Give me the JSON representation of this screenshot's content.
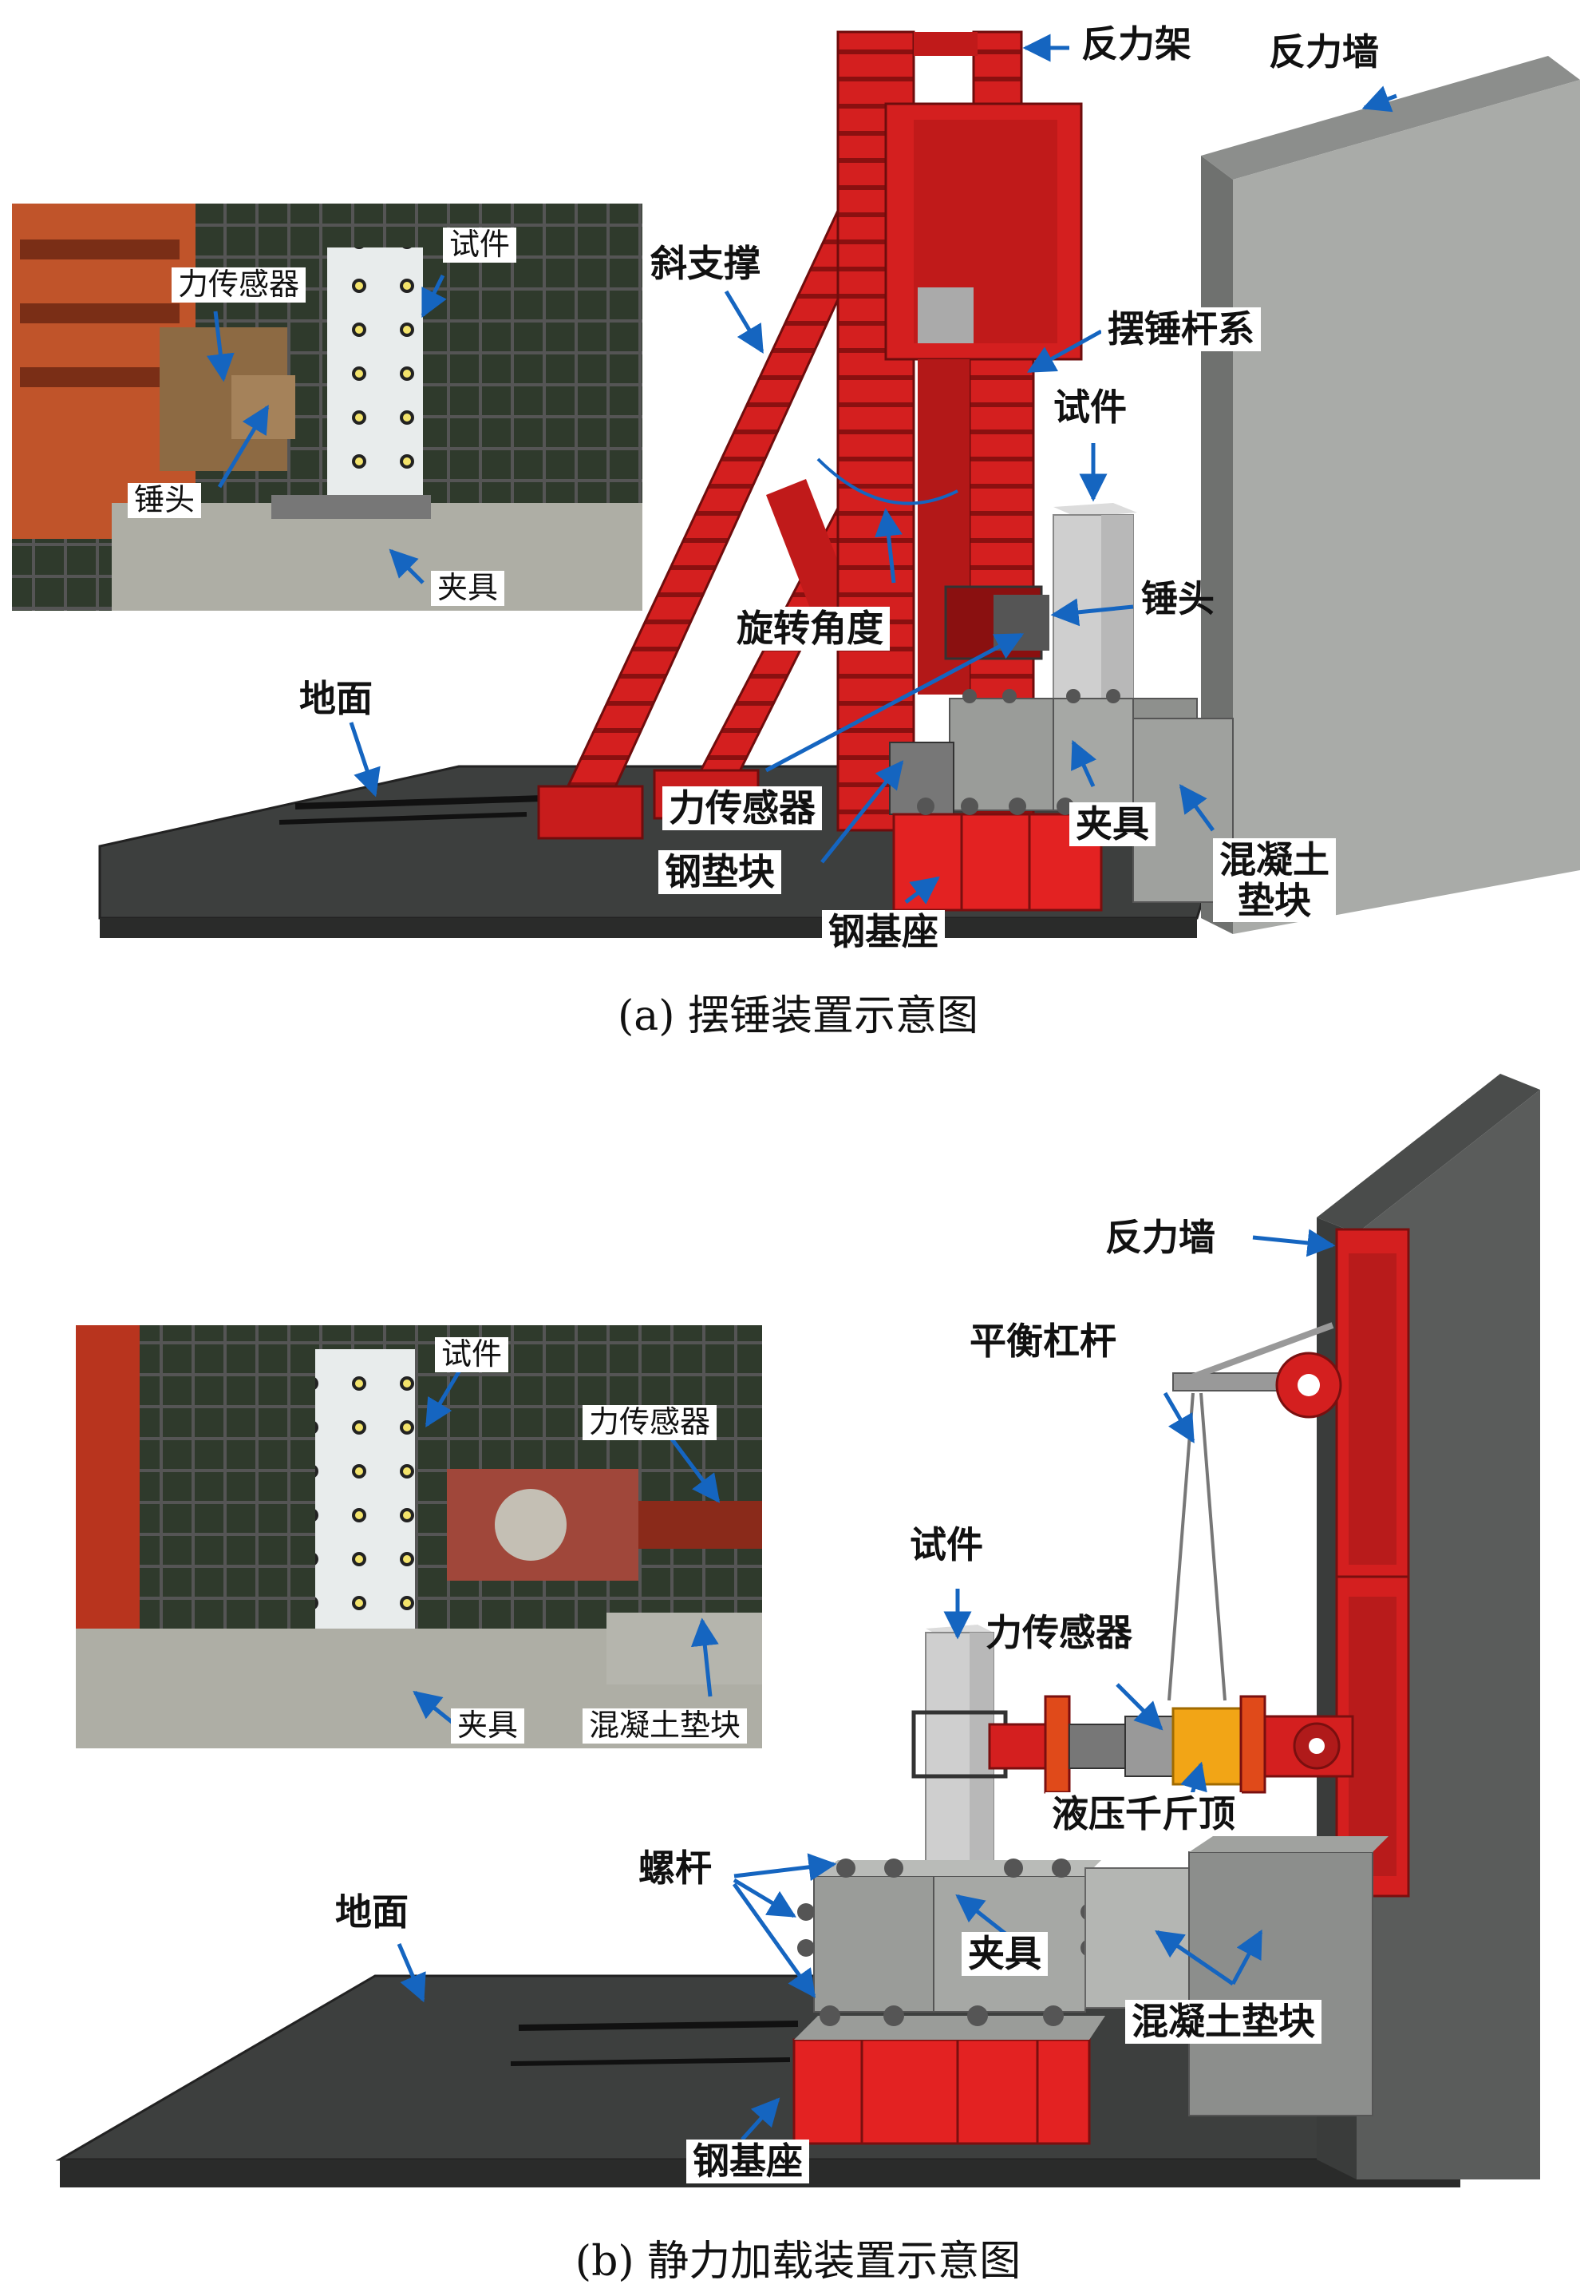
{
  "panel_a": {
    "caption": "(a) 摆锤装置示意图",
    "labels": {
      "reaction_frame": "反力架",
      "reaction_wall": "反力墙",
      "diagonal_brace": "斜支撑",
      "pendulum_rod": "摆锤杆系",
      "specimen": "试件",
      "rotation_angle": "旋转角度",
      "hammer_head": "锤头",
      "ground": "地面",
      "force_sensor": "力传感器",
      "clamp": "夹具",
      "steel_pad": "钢垫块",
      "concrete_pad_l1": "混凝土",
      "concrete_pad_l2": "垫块",
      "steel_base": "钢基座"
    },
    "photo_labels": {
      "specimen": "试件",
      "force_sensor": "力传感器",
      "hammer_head": "锤头",
      "clamp": "夹具"
    }
  },
  "panel_b": {
    "caption": "(b) 静力加载装置示意图",
    "labels": {
      "reaction_wall": "反力墙",
      "balance_lever": "平衡杠杆",
      "specimen": "试件",
      "force_sensor": "力传感器",
      "hydraulic_jack": "液压千斤顶",
      "bolt": "螺杆",
      "ground": "地面",
      "clamp": "夹具",
      "concrete_pad": "混凝土垫块",
      "steel_base": "钢基座"
    },
    "photo_labels": {
      "specimen": "试件",
      "force_sensor": "力传感器",
      "clamp": "夹具",
      "concrete_pad": "混凝土垫块"
    }
  },
  "colors": {
    "steel_red": "#d41f1f",
    "steel_dark": "#8a1010",
    "concrete": "#a9aba8",
    "ground": "#3d3f3e",
    "arrow": "#1565c0",
    "jack": "#f2a516"
  }
}
